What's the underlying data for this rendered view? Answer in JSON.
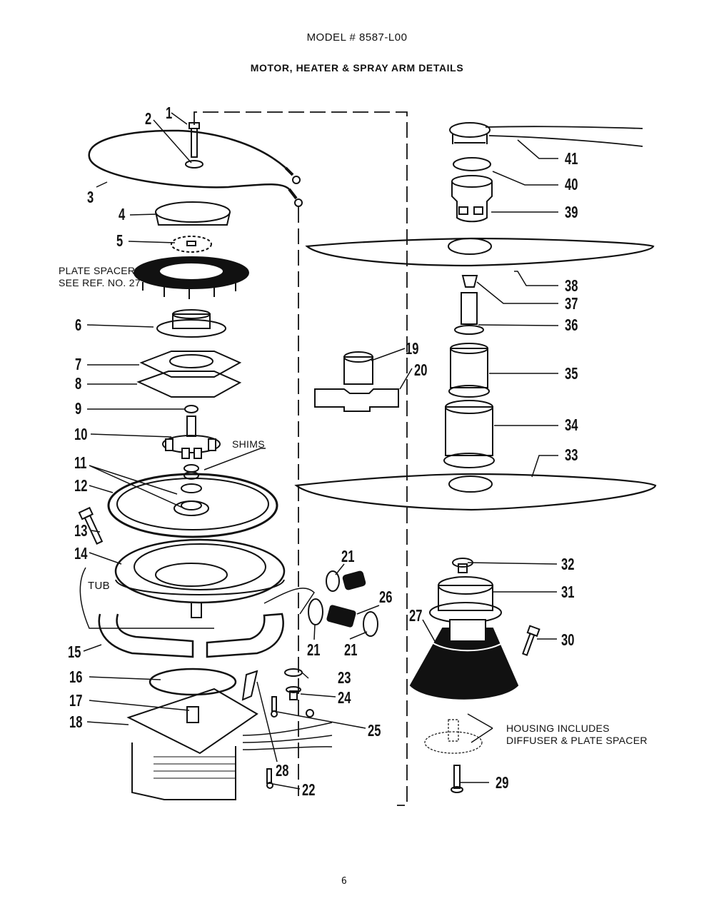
{
  "header": {
    "model": "MODEL # 8587-L00",
    "title": "MOTOR, HEATER & SPRAY ARM DETAILS"
  },
  "notes": {
    "plate_spacer_line1": "PLATE SPACER",
    "plate_spacer_line2": "SEE REF. NO. 27",
    "shims": "SHIMS",
    "tub": "TUB",
    "housing_line1": "HOUSING INCLUDES",
    "housing_line2": "DIFFUSER & PLATE SPACER"
  },
  "callouts": [
    {
      "id": "1",
      "text": "1"
    },
    {
      "id": "2",
      "text": "2"
    },
    {
      "id": "3",
      "text": "3"
    },
    {
      "id": "4",
      "text": "4"
    },
    {
      "id": "5",
      "text": "5"
    },
    {
      "id": "6",
      "text": "6"
    },
    {
      "id": "7",
      "text": "7"
    },
    {
      "id": "8",
      "text": "8"
    },
    {
      "id": "9",
      "text": "9"
    },
    {
      "id": "10",
      "text": "10"
    },
    {
      "id": "11",
      "text": "11"
    },
    {
      "id": "12",
      "text": "12"
    },
    {
      "id": "13",
      "text": "13"
    },
    {
      "id": "14",
      "text": "14"
    },
    {
      "id": "15",
      "text": "15"
    },
    {
      "id": "16",
      "text": "16"
    },
    {
      "id": "17",
      "text": "17"
    },
    {
      "id": "18",
      "text": "18"
    },
    {
      "id": "19",
      "text": "19"
    },
    {
      "id": "20",
      "text": "20"
    },
    {
      "id": "21a",
      "text": "21"
    },
    {
      "id": "21b",
      "text": "21"
    },
    {
      "id": "21c",
      "text": "21"
    },
    {
      "id": "22",
      "text": "22"
    },
    {
      "id": "23",
      "text": "23"
    },
    {
      "id": "24",
      "text": "24"
    },
    {
      "id": "25",
      "text": "25"
    },
    {
      "id": "26",
      "text": "26"
    },
    {
      "id": "27",
      "text": "27"
    },
    {
      "id": "28",
      "text": "28"
    },
    {
      "id": "29",
      "text": "29"
    },
    {
      "id": "30",
      "text": "30"
    },
    {
      "id": "31",
      "text": "31"
    },
    {
      "id": "32",
      "text": "32"
    },
    {
      "id": "33",
      "text": "33"
    },
    {
      "id": "34",
      "text": "34"
    },
    {
      "id": "35",
      "text": "35"
    },
    {
      "id": "36",
      "text": "36"
    },
    {
      "id": "37",
      "text": "37"
    },
    {
      "id": "38",
      "text": "38"
    },
    {
      "id": "39",
      "text": "39"
    },
    {
      "id": "40",
      "text": "40"
    },
    {
      "id": "41",
      "text": "41"
    }
  ],
  "footer": {
    "page_number": "6"
  }
}
